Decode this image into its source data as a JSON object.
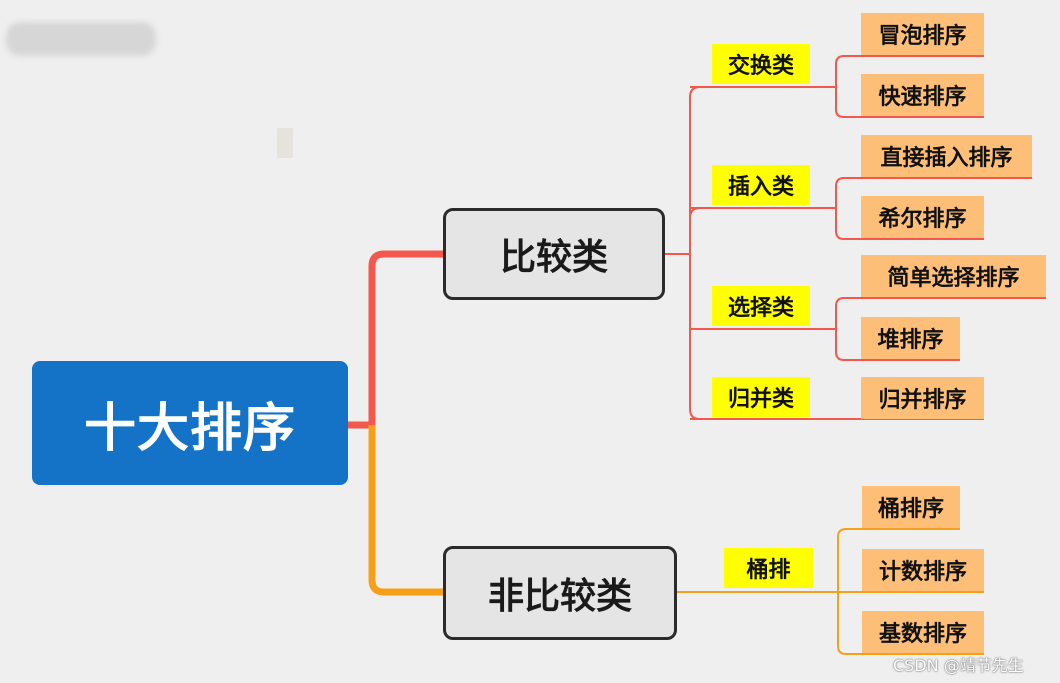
{
  "root": {
    "label": "十大排序"
  },
  "comparison": {
    "label": "比较类",
    "groups": [
      {
        "label": "交换类",
        "items": [
          "冒泡排序",
          "快速排序"
        ]
      },
      {
        "label": "插入类",
        "items": [
          "直接插入排序",
          "希尔排序"
        ]
      },
      {
        "label": "选择类",
        "items": [
          "简单选择排序",
          "堆排序"
        ]
      },
      {
        "label": "归并类",
        "items": [
          "归并排序"
        ]
      }
    ]
  },
  "non_comparison": {
    "label": "非比较类",
    "groups": [
      {
        "label": "桶排",
        "items": [
          "桶排序",
          "计数排序",
          "基数排序"
        ]
      }
    ]
  },
  "watermark": "CSDN @靖节先生",
  "colors": {
    "root_bg": "#1473c6",
    "comparison_line": "#f4574c",
    "non_comparison_line": "#f6a01a",
    "category_bg": "#ffff00",
    "leaf_bg": "#fdbf78"
  }
}
